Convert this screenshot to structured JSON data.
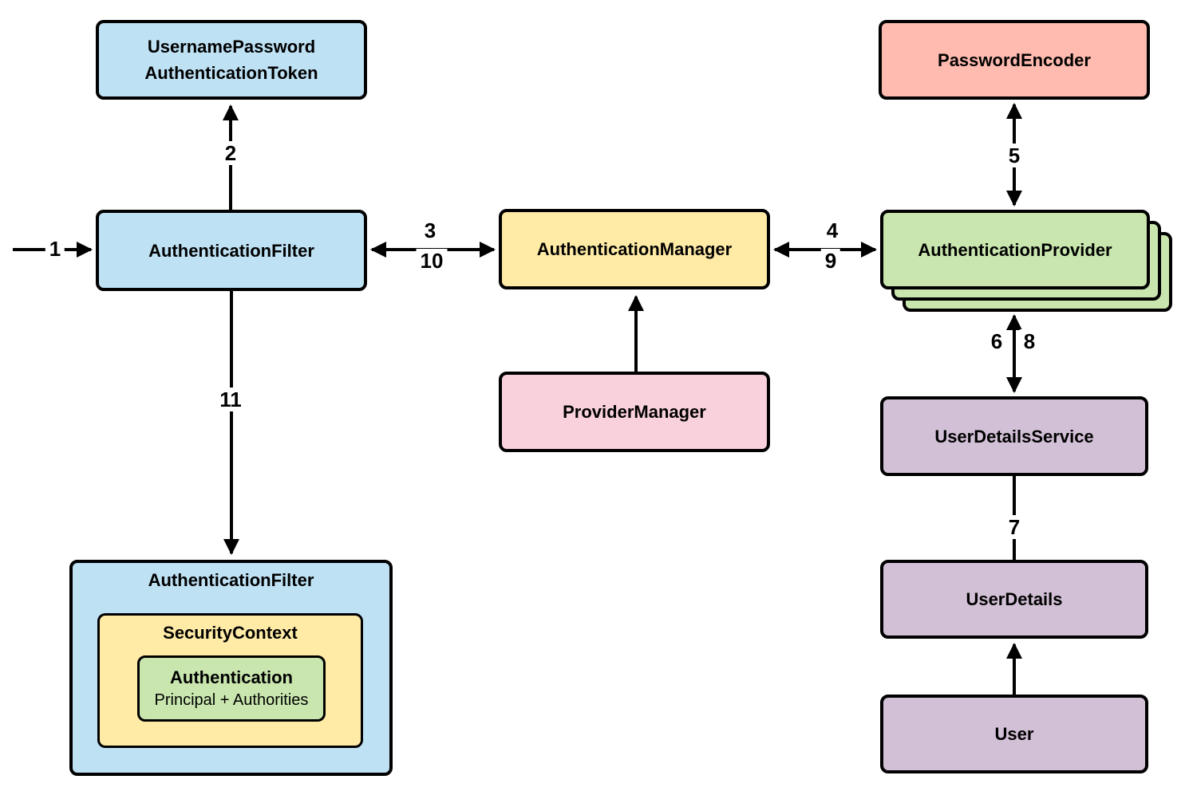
{
  "colors": {
    "blue": "#bee1f4",
    "yellow": "#ffeba6",
    "green": "#c8e6ae",
    "salmon": "#ffbbaf",
    "pink": "#f9d1dc",
    "purple": "#d2c0d6",
    "stroke": "#000000"
  },
  "nodes": {
    "username_password_token": {
      "line1": "UsernamePassword",
      "line2": "AuthenticationToken"
    },
    "authentication_filter": {
      "label": "AuthenticationFilter"
    },
    "authentication_manager": {
      "label": "AuthenticationManager"
    },
    "provider_manager": {
      "label": "ProviderManager"
    },
    "password_encoder": {
      "label": "PasswordEncoder"
    },
    "authentication_provider": {
      "label": "AuthenticationProvider"
    },
    "user_details_service": {
      "label": "UserDetailsService"
    },
    "user_details": {
      "label": "UserDetails"
    },
    "user": {
      "label": "User"
    },
    "filter_context_group": {
      "label": "AuthenticationFilter"
    },
    "security_context_group": {
      "label": "SecurityContext"
    },
    "authentication": {
      "label": "Authentication",
      "sublabel": "Principal + Authorities"
    }
  },
  "edge_labels": {
    "step1": "1",
    "step2": "2",
    "step3": "3",
    "step4": "4",
    "step5": "5",
    "step6": "6",
    "step7": "7",
    "step8": "8",
    "step9": "9",
    "step10": "10",
    "step11": "11"
  }
}
